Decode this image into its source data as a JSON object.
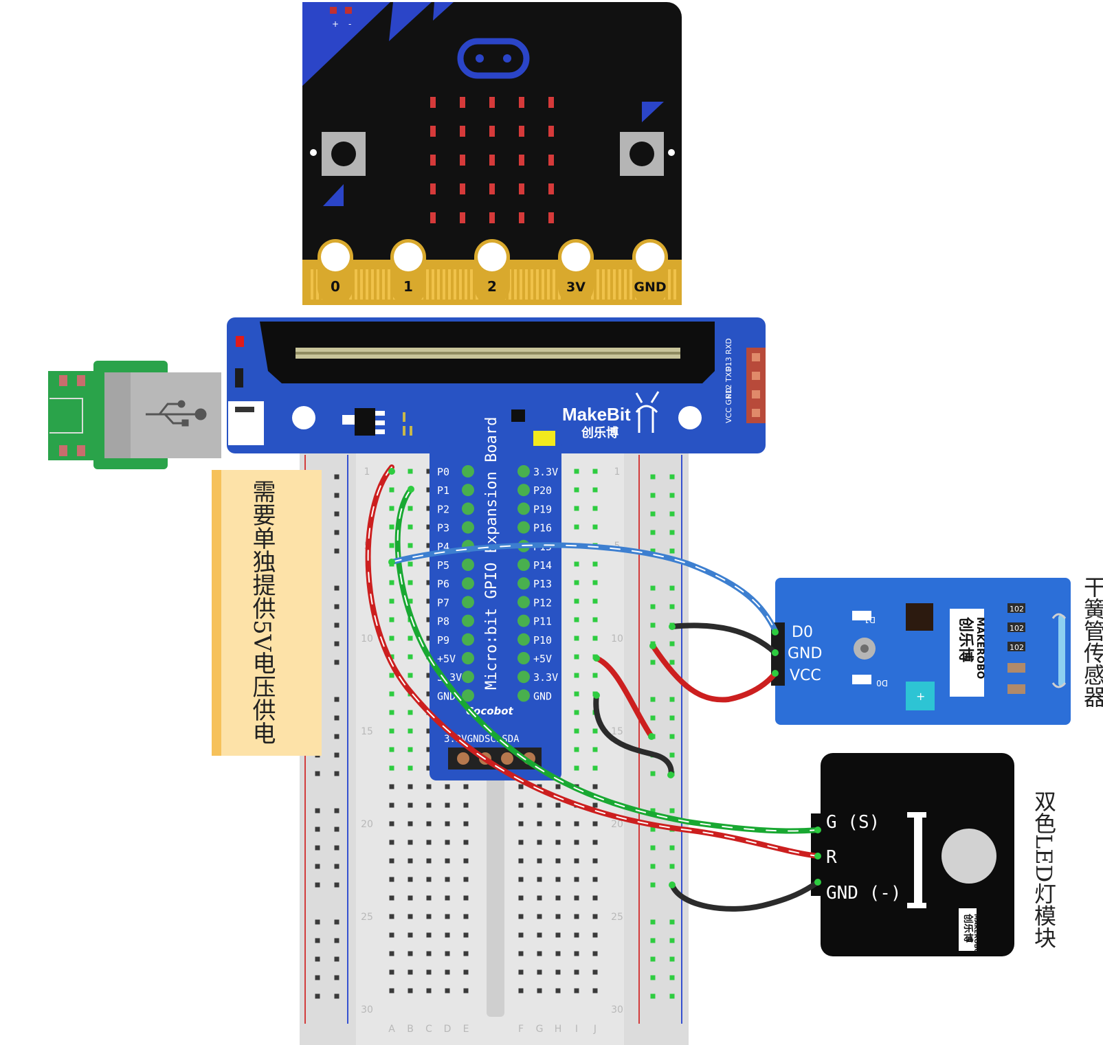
{
  "microbit": {
    "pads": [
      "0",
      "1",
      "2",
      "3V",
      "GND"
    ],
    "battery_marks": [
      "+",
      "-"
    ]
  },
  "expansion_board": {
    "brand": "MakeBit",
    "brand_cn": "创乐博",
    "header_pins": [
      "P13",
      "RXD",
      "P12",
      "TXD",
      "VCC",
      "GND"
    ],
    "board_title": "Micro:bit GPIO Expansion Board",
    "left_pins": [
      "P0",
      "P1",
      "P2",
      "P3",
      "P4",
      "P5",
      "P6",
      "P7",
      "P8",
      "P9",
      "+5V",
      "3.3V",
      "GND"
    ],
    "right_pins": [
      "3.3V",
      "P20",
      "P19",
      "P16",
      "P15",
      "P14",
      "P13",
      "P12",
      "P11",
      "P10",
      "+5V",
      "3.3V",
      "GND"
    ],
    "logo": "Cocobot",
    "i2c_pins": "3.3VGNDSCLSDA"
  },
  "breadboard": {
    "row_numbers": [
      "1",
      "5",
      "10",
      "15",
      "20",
      "25",
      "30"
    ],
    "column_letters": [
      "A",
      "B",
      "C",
      "D",
      "E",
      "F",
      "G",
      "H",
      "I",
      "J"
    ]
  },
  "note": "需要单独提供5V电压供电",
  "reed_module": {
    "pins": [
      "D0",
      "GND",
      "VCC"
    ],
    "title": "干簧管传感器",
    "brand_cn": "创乐博",
    "brand": "MAKEROBO",
    "resistor_code": "102",
    "led_labels": [
      "D1",
      "D0"
    ]
  },
  "led_module": {
    "pins": [
      "G (S)",
      "R",
      "GND (-)"
    ],
    "title": "双色LED灯模块",
    "brand_cn": "创乐博",
    "brand": "MAKEROBO"
  },
  "colors": {
    "microbit_body": "#111111",
    "microbit_accent": "#2b45c8",
    "edge_gold": "#d9a92d",
    "board_blue": "#2853c4",
    "wire_red": "#cc1f1f",
    "wire_green": "#19a832",
    "wire_blue": "#3d7fd0",
    "wire_black": "#2b2b2b",
    "module_blue": "#2c6fd8"
  }
}
